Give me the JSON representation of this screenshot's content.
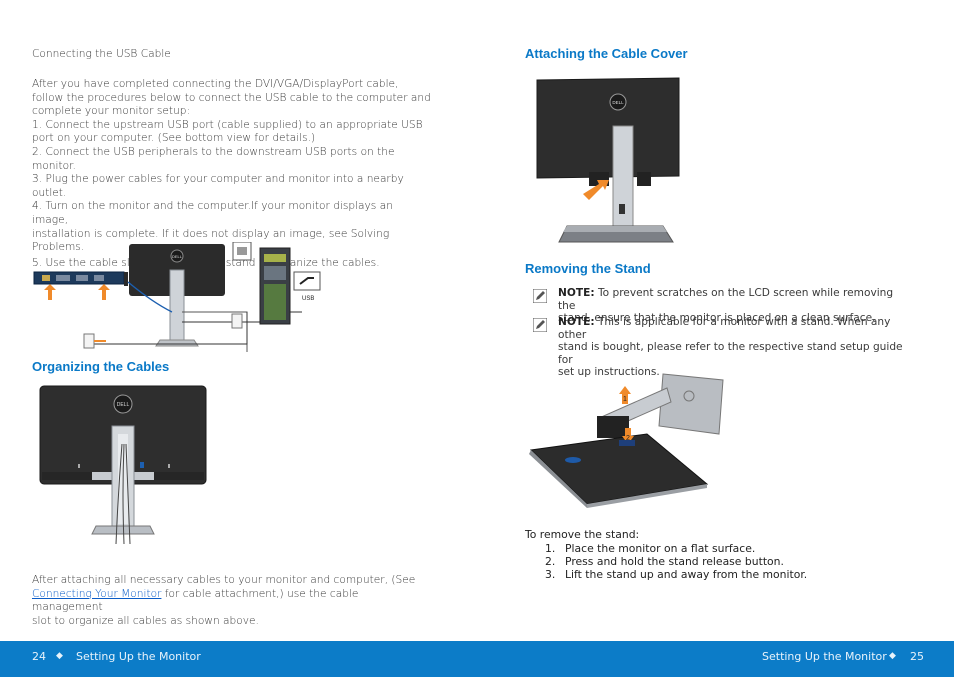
{
  "left": {
    "usb_title": "Connecting the USB Cable",
    "usb_lines": [
      "After you have completed connecting the DVI/VGA/DisplayPort cable,",
      "follow the procedures below to connect the USB cable to the computer and",
      "complete your monitor setup:",
      "1. Connect the upstream USB port (cable supplied) to an appropriate USB",
      "port on your computer. (See bottom view for details.)",
      "2. Connect the USB peripherals to the downstream USB ports on the",
      "monitor.",
      "3. Plug the power cables for your computer and monitor into a nearby outlet.",
      "4. Turn on the monitor and the computer.If your monitor displays an image,",
      "installation is complete. If it does not display an image, see Solving Problems.",
      "5. Use the cable slot on the monitor stand to organize the cables."
    ],
    "usb_label": "USB",
    "logo_text": "DELL",
    "organizing_heading": "Organizing the Cables",
    "after_text_1": "After attaching all necessary cables to your monitor and computer, (See",
    "after_link": "Connecting Your Monitor",
    "after_text_2": " for cable attachment,) use the cable management",
    "after_text_3": "slot to organize all cables as shown above."
  },
  "right": {
    "cover_heading": "Attaching the Cable Cover",
    "removing_heading": "Removing the Stand",
    "note_label": "NOTE:",
    "note1_line1": " To prevent scratches on the LCD screen while removing the",
    "note1_line2": "stand, ensure that the monitor is placed on a clean surface.",
    "note2_line1": " This is applicable for a monitor with a stand. When any other",
    "note2_line2": "stand is bought, please refer to the respective stand setup guide for",
    "note2_line3": "set up instructions.",
    "callout_1": "1",
    "callout_2": "2",
    "to_remove": "To remove the stand:",
    "steps": [
      {
        "num": "1.",
        "text": "Place the monitor on a flat surface."
      },
      {
        "num": "2.",
        "text": "Press and hold the stand release button."
      },
      {
        "num": "3.",
        "text": "Lift the stand up and away from the monitor."
      }
    ]
  },
  "footer": {
    "left_page": "24",
    "left_title": "Setting Up the Monitor",
    "right_title": "Setting Up the Monitor",
    "right_page": "25",
    "diamond": "◆"
  },
  "colors": {
    "heading": "#0a79c7",
    "footer_bg": "#0c7cc8",
    "arrow": "#f08a2a",
    "link": "#0a5cc7"
  }
}
